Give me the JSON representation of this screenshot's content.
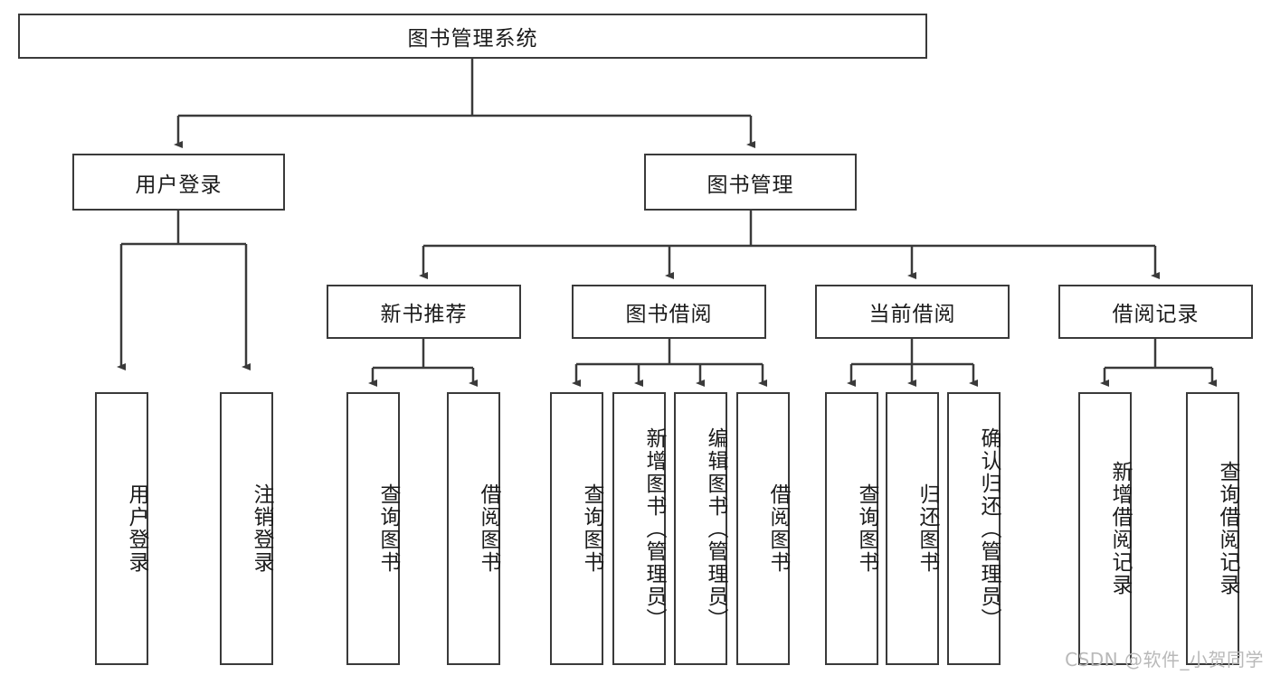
{
  "diagram": {
    "type": "tree-hierarchy",
    "title": "图书管理系统",
    "watermark": "CSDN @软件_小贺同学",
    "colors": {
      "box_border": "#3a3a3a",
      "box_fill": "#ffffff",
      "connector": "#3a3a3a",
      "text": "#1b1b1b",
      "watermark": "#b9b9b9"
    },
    "levels": {
      "root": {
        "label": "图书管理系统"
      },
      "level2": [
        {
          "id": "user-login",
          "label": "用户登录"
        },
        {
          "id": "book-manage",
          "label": "图书管理"
        }
      ],
      "level3": [
        {
          "id": "new-book-rec",
          "label": "新书推荐",
          "parent": "book-manage"
        },
        {
          "id": "book-borrow",
          "label": "图书借阅",
          "parent": "book-manage"
        },
        {
          "id": "current-borrow",
          "label": "当前借阅",
          "parent": "book-manage"
        },
        {
          "id": "borrow-record",
          "label": "借阅记录",
          "parent": "book-manage"
        }
      ],
      "leaves": [
        {
          "id": "leaf-user-login",
          "label": "用户登录",
          "parent": "user-login"
        },
        {
          "id": "leaf-logout",
          "label": "注销登录",
          "parent": "user-login"
        },
        {
          "id": "leaf-query-book-1",
          "label": "查询图书",
          "parent": "new-book-rec"
        },
        {
          "id": "leaf-borrow-book-1",
          "label": "借阅图书",
          "parent": "new-book-rec"
        },
        {
          "id": "leaf-query-book-2",
          "label": "查询图书",
          "parent": "book-borrow"
        },
        {
          "id": "leaf-add-book",
          "label": "新增图书（管理员）",
          "parent": "book-borrow"
        },
        {
          "id": "leaf-edit-book",
          "label": "编辑图书（管理员）",
          "parent": "book-borrow"
        },
        {
          "id": "leaf-borrow-book-2",
          "label": "借阅图书",
          "parent": "book-borrow"
        },
        {
          "id": "leaf-query-book-3",
          "label": "查询图书",
          "parent": "current-borrow"
        },
        {
          "id": "leaf-return-book",
          "label": "归还图书",
          "parent": "current-borrow"
        },
        {
          "id": "leaf-confirm-return",
          "label": "确认归还（管理员）",
          "parent": "current-borrow"
        },
        {
          "id": "leaf-add-record",
          "label": "新增借阅记录",
          "parent": "borrow-record"
        },
        {
          "id": "leaf-query-record",
          "label": "查询借阅记录",
          "parent": "borrow-record"
        }
      ]
    }
  }
}
